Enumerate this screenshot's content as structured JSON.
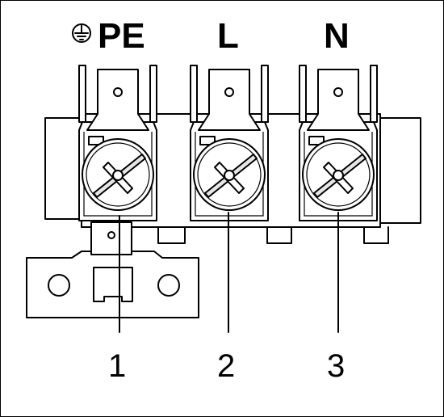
{
  "labels": {
    "pe": "PE",
    "l": "L",
    "n": "N"
  },
  "numbers": [
    "1",
    "2",
    "3"
  ],
  "icons": {
    "earth": "earth-ground-icon"
  }
}
